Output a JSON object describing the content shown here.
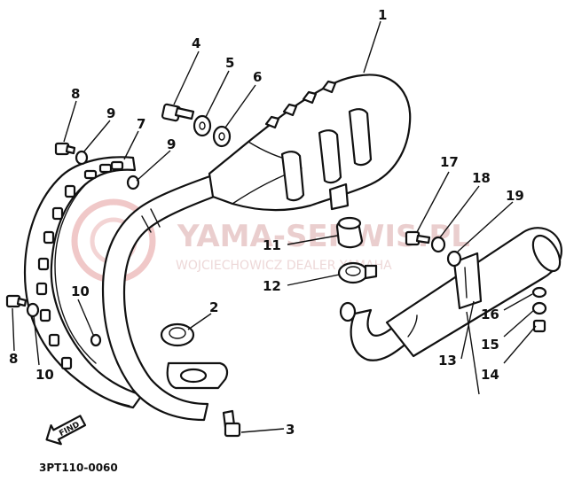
{
  "diagram": {
    "drawing_code": "3PT110-0060",
    "find_arrow_label": "FIND",
    "watermark": {
      "main": "YAMA-SERWIS.PL",
      "sub": "WOJCIECHOWICZ DEALER YAMAHA"
    },
    "callouts": [
      "1",
      "2",
      "3",
      "4",
      "5",
      "6",
      "7",
      "8",
      "8",
      "9",
      "9",
      "10",
      "10",
      "11",
      "12",
      "13",
      "14",
      "15",
      "16",
      "17",
      "18",
      "19"
    ]
  }
}
